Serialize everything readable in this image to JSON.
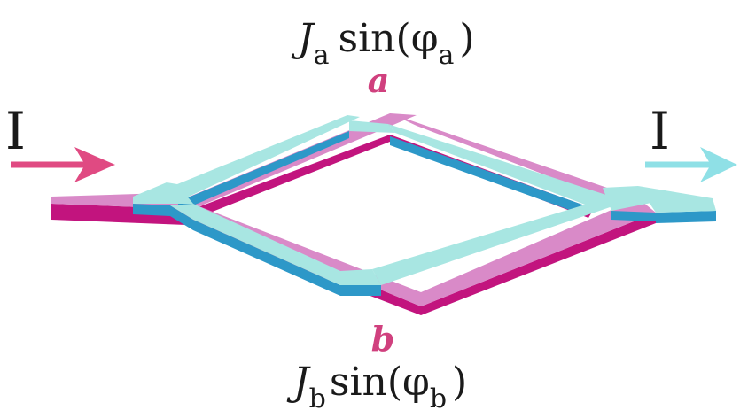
{
  "colors": {
    "magenta_top": "#d98ac8",
    "magenta_side": "#c2147e",
    "cyan_top": "#a8e6e2",
    "cyan_side": "#2d98c8",
    "arrow_in": "#e04a82",
    "arrow_out": "#8fe0e6",
    "label_accent": "#d0407e",
    "text": "#1a1a1a"
  },
  "labels": {
    "current_in": "I",
    "current_out": "I",
    "branch_a": "a",
    "branch_b": "b",
    "top_formula": {
      "J": "J",
      "J_sub": "a",
      "sin_open": "sin(φ",
      "phi_sub": "a",
      "close": ")"
    },
    "bottom_formula": {
      "J": "J",
      "J_sub": "b",
      "sin_open": "sin(φ",
      "phi_sub": "b",
      "close": ")"
    }
  }
}
